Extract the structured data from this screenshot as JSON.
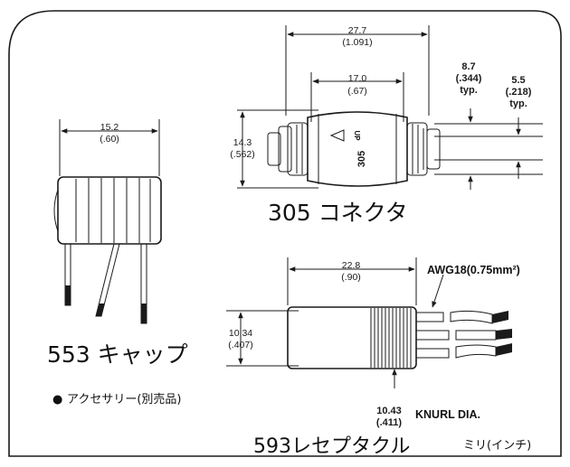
{
  "connector_305": {
    "title": "305 コネクタ",
    "body_label": "305",
    "up_mark": "UP",
    "dims": {
      "overall_mm": "27.7",
      "overall_in": "(1.091)",
      "body_mm": "17.0",
      "body_in": "(.67)",
      "height_mm": "14.3",
      "height_in": "(.562)",
      "wire_gap_mm": "8.7",
      "wire_gap_in": "(.344)",
      "wire_gap_note": "typ.",
      "wire_dia_mm": "5.5",
      "wire_dia_in": "(.218)",
      "wire_dia_note": "typ."
    }
  },
  "cap_553": {
    "title": "553 キャップ",
    "dims": {
      "width_mm": "15.2",
      "width_in": "(.60)"
    }
  },
  "receptacle_593": {
    "title": "593レセプタクル",
    "dims": {
      "length_mm": "22.8",
      "length_in": "(.90)",
      "height_mm": "10.34",
      "height_in": "(.407)",
      "knurl_mm": "10.43",
      "knurl_in": "(.411)"
    },
    "awg_label": "AWG18(0.75mm²)",
    "knurl_label": "KNURL DIA."
  },
  "accessory_note": "アクセサリー(別売品)",
  "bullet": "●",
  "units_note": "ミリ(インチ)",
  "colors": {
    "ink": "#1a1a1a",
    "background": "#ffffff"
  }
}
